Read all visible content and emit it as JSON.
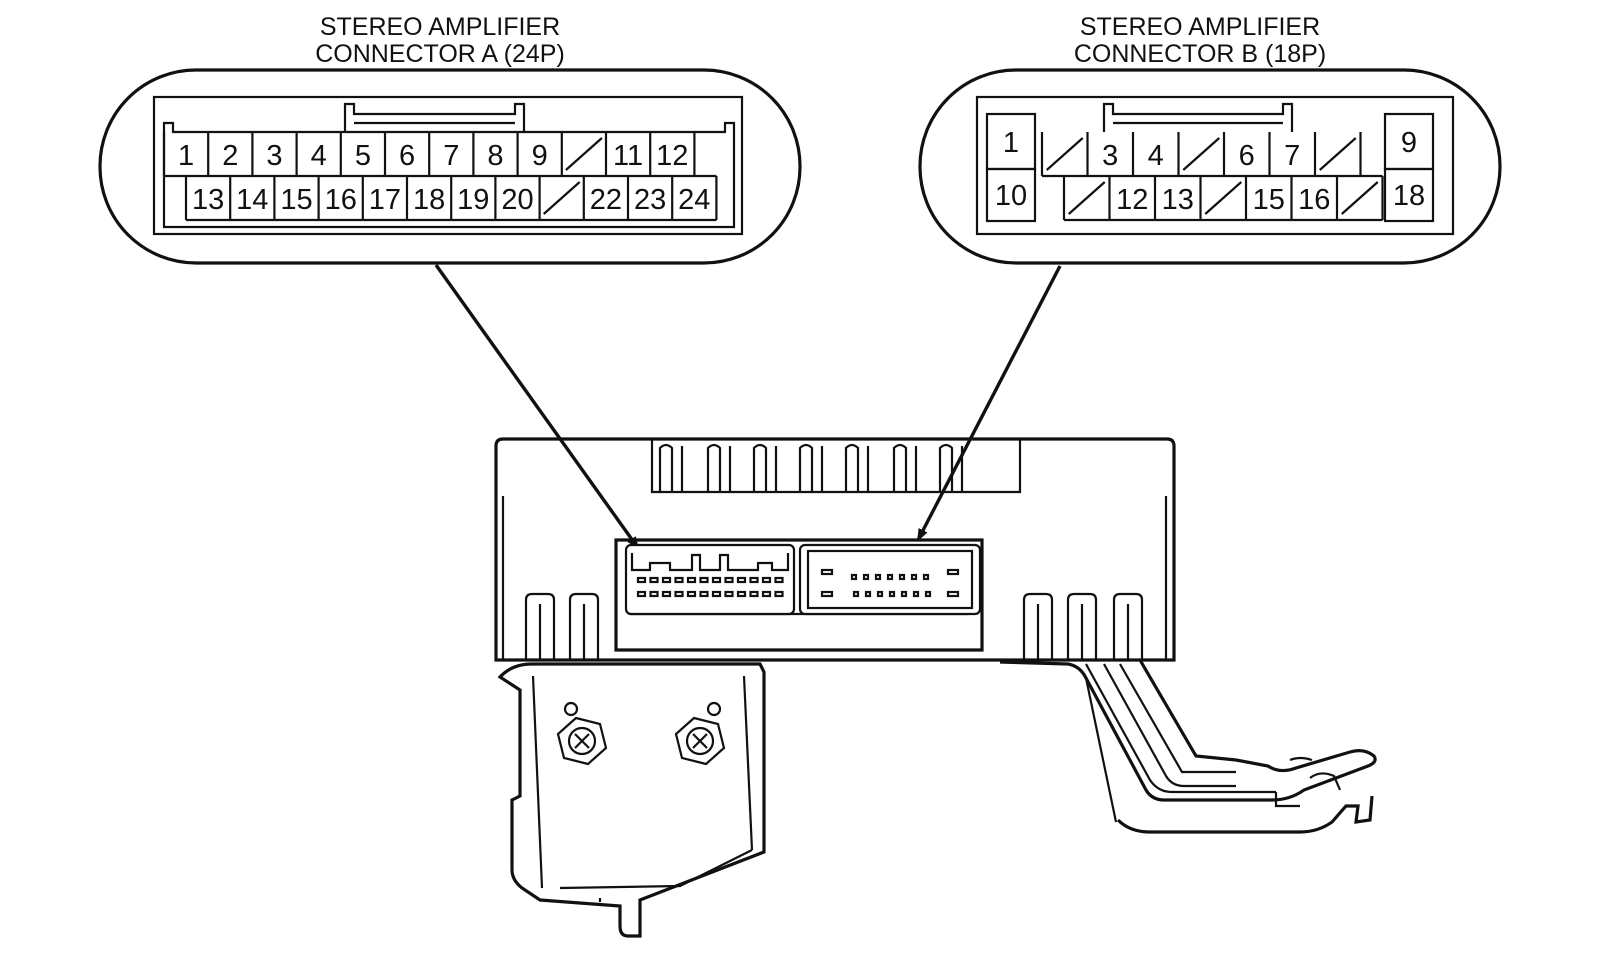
{
  "connector_a": {
    "title_line1": "STEREO AMPLIFIER",
    "title_line2": "CONNECTOR A (24P)",
    "top_row": [
      "1",
      "2",
      "3",
      "4",
      "5",
      "6",
      "7",
      "8",
      "9",
      "",
      "11",
      "12"
    ],
    "bottom_row": [
      "13",
      "14",
      "15",
      "16",
      "17",
      "18",
      "19",
      "20",
      "",
      "22",
      "23",
      "24"
    ]
  },
  "connector_b": {
    "title_line1": "STEREO AMPLIFIER",
    "title_line2": "CONNECTOR B (18P)",
    "top_row": [
      "1",
      "",
      "3",
      "4",
      "",
      "6",
      "7",
      "",
      "9"
    ],
    "bottom_row": [
      "10",
      "",
      "12",
      "13",
      "",
      "15",
      "16",
      "",
      "18"
    ]
  }
}
